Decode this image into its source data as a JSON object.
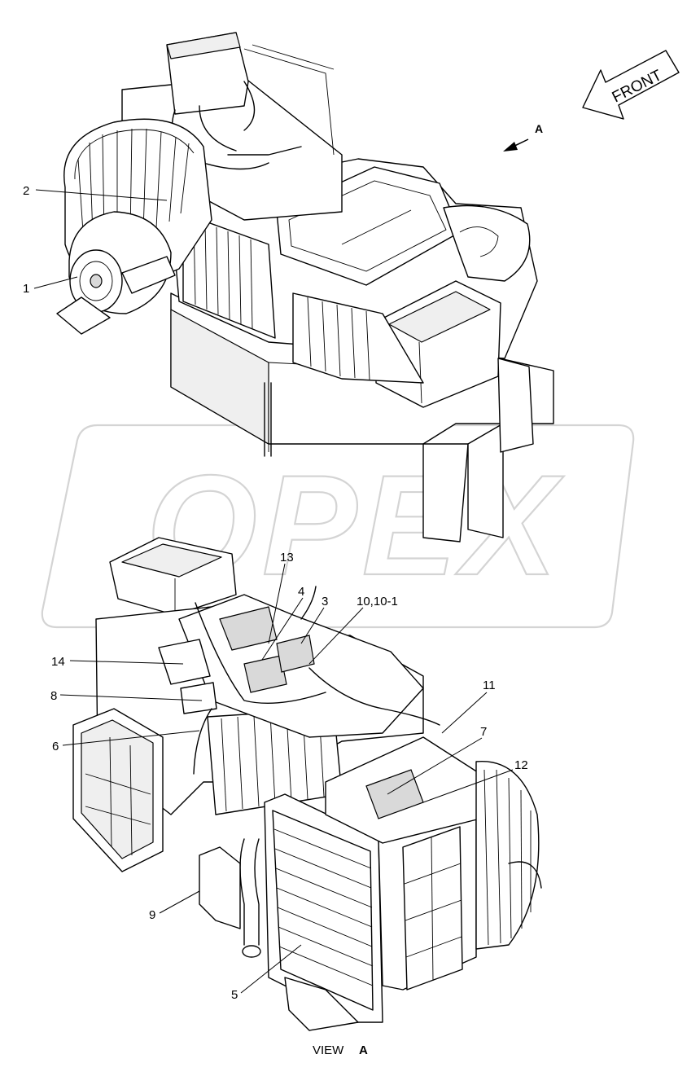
{
  "orientation": {
    "label": "FRONT",
    "view_ref": "A"
  },
  "top_view": {
    "callouts": [
      {
        "id": "c1",
        "text": "1"
      },
      {
        "id": "c2",
        "text": "2"
      }
    ]
  },
  "bottom_view": {
    "callouts": [
      {
        "id": "c13",
        "text": "13"
      },
      {
        "id": "c4",
        "text": "4"
      },
      {
        "id": "c3",
        "text": "3"
      },
      {
        "id": "c10",
        "text": "10,10-1"
      },
      {
        "id": "c14",
        "text": "14"
      },
      {
        "id": "c8",
        "text": "8"
      },
      {
        "id": "c11",
        "text": "11"
      },
      {
        "id": "c6",
        "text": "6"
      },
      {
        "id": "c7",
        "text": "7"
      },
      {
        "id": "c12",
        "text": "12"
      },
      {
        "id": "c9",
        "text": "9"
      },
      {
        "id": "c5",
        "text": "5"
      }
    ],
    "caption_prefix": "VIEW",
    "caption_ref": "A"
  },
  "watermark": {
    "text": "OPEX"
  },
  "colors": {
    "ink": "#000000",
    "paper": "#ffffff",
    "watermark": "#d4d4d4"
  }
}
